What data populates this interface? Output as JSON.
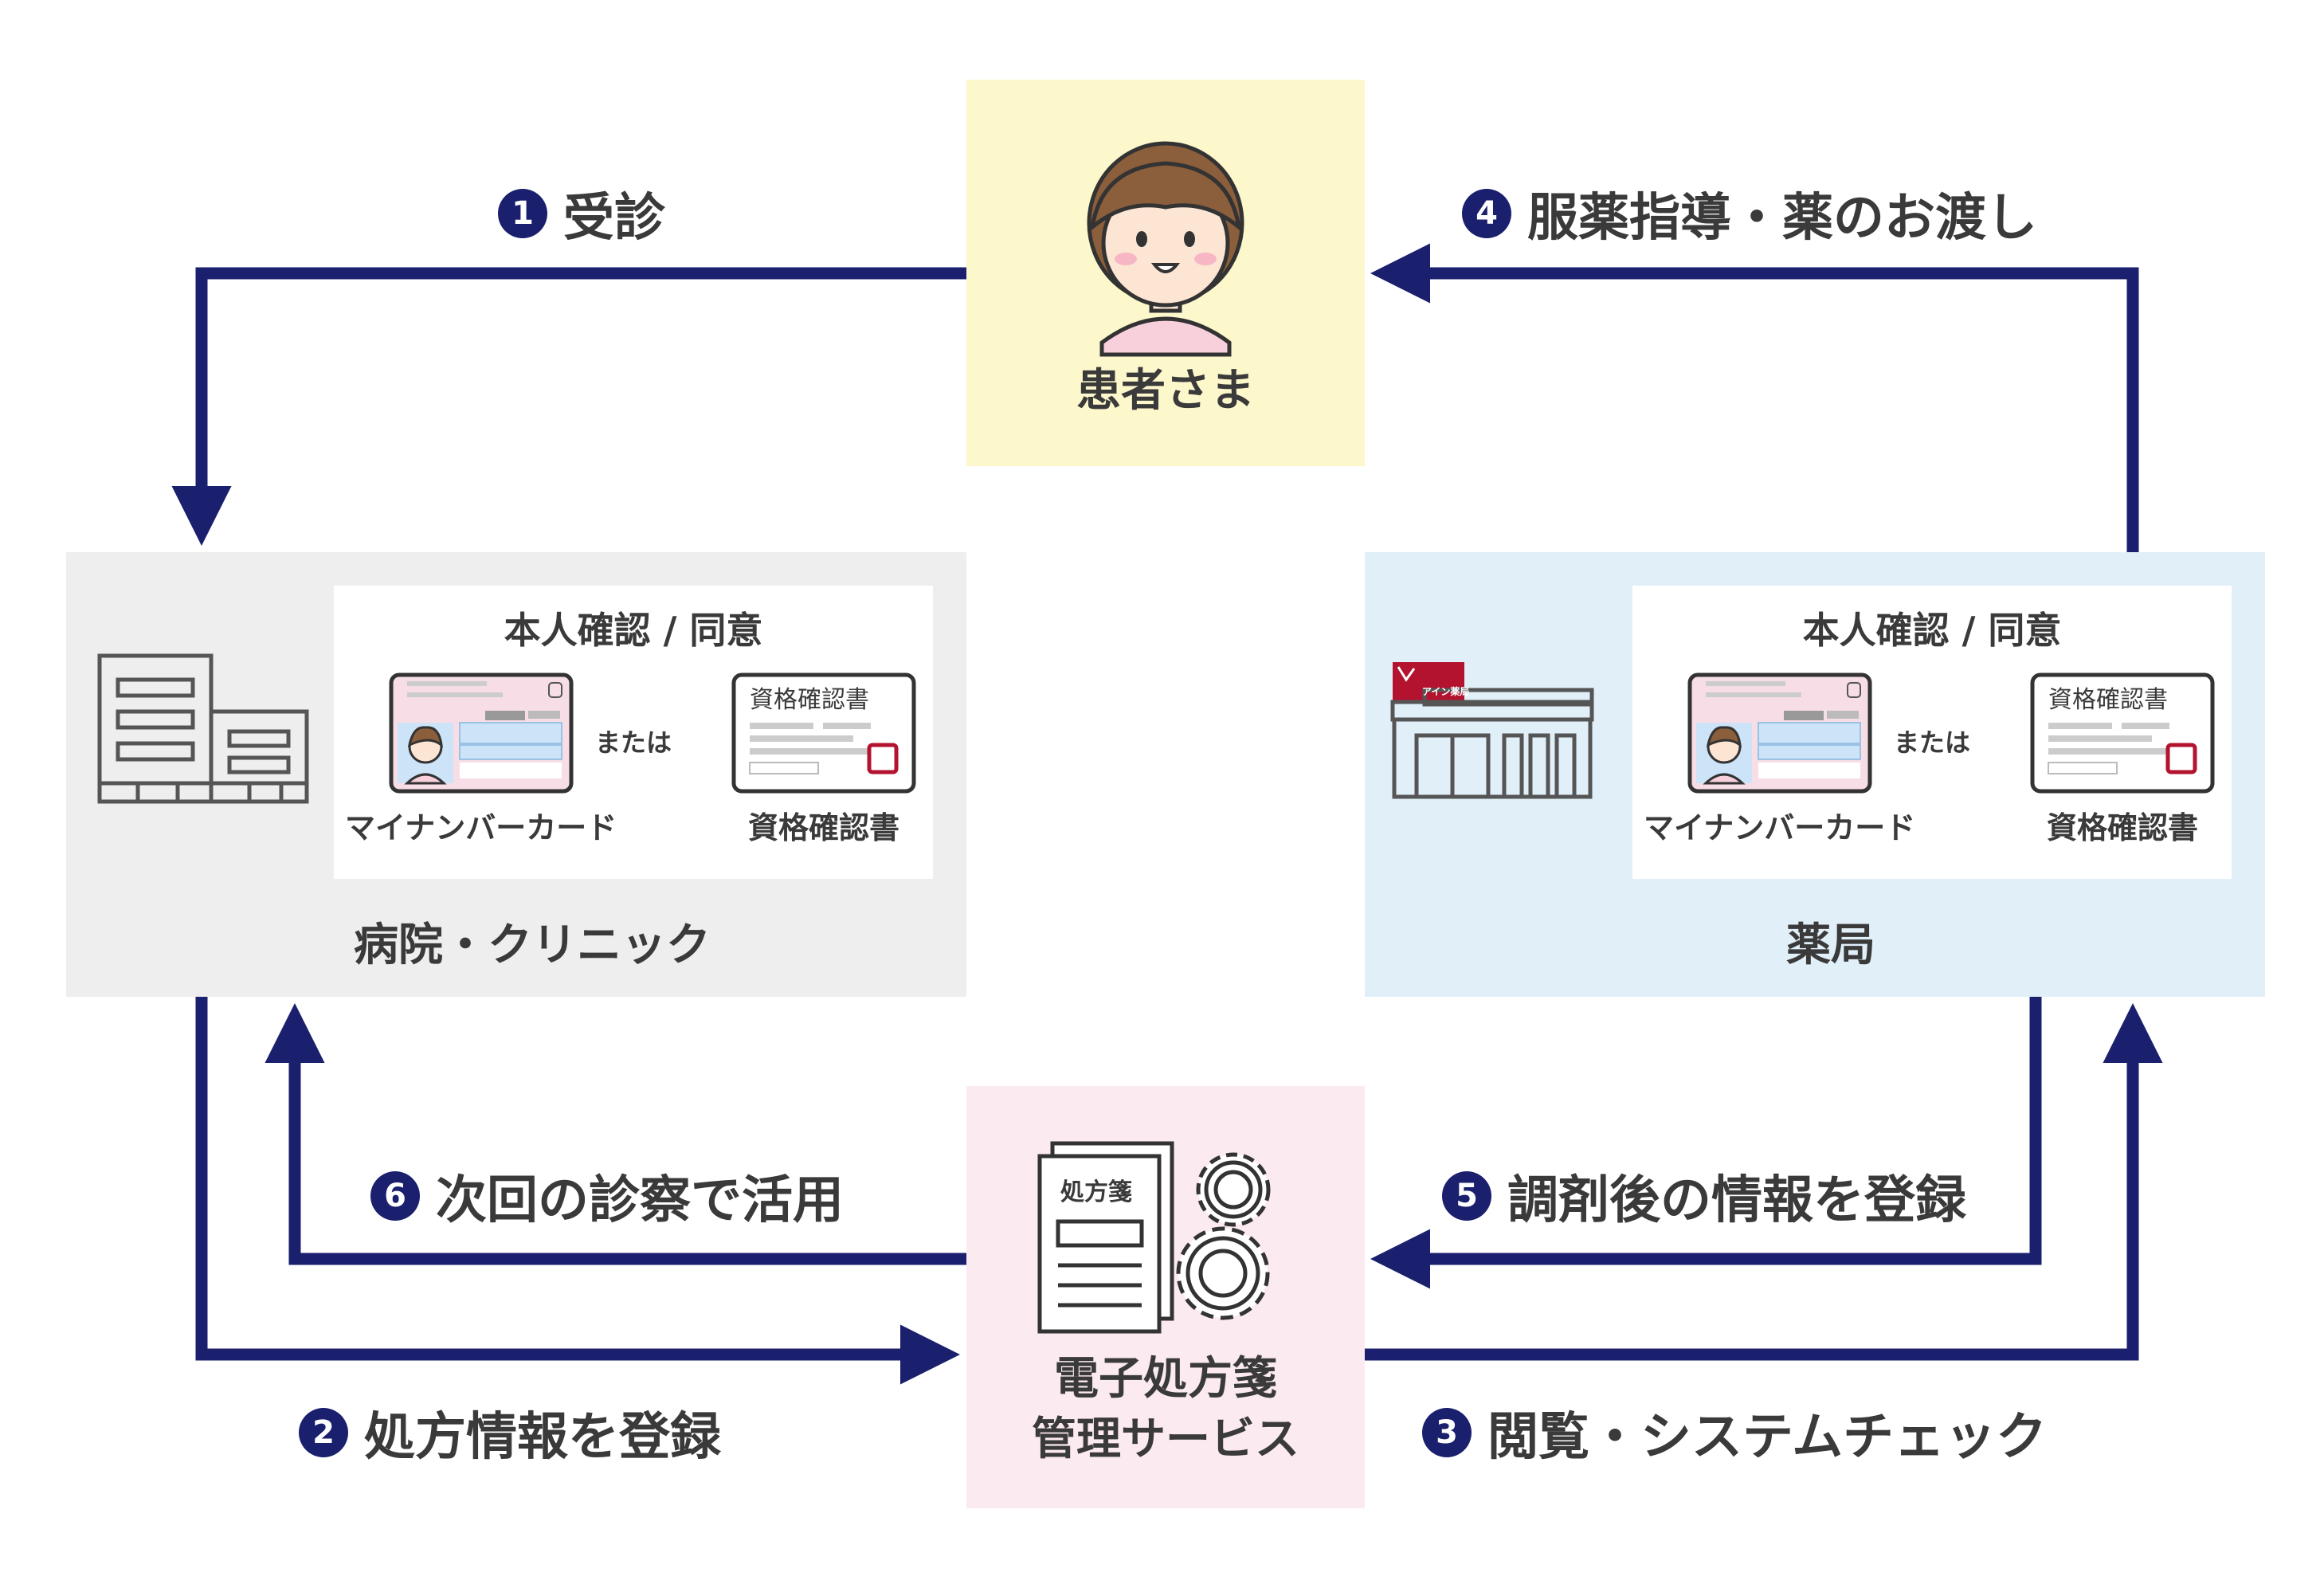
{
  "patient": {
    "label": "患者さま"
  },
  "hospital": {
    "label": "病院・クリニック",
    "verify_title": "本人確認 / 同意",
    "mynumber_caption": "マイナンバーカード",
    "or_text": "または",
    "certificate_caption": "資格確認書",
    "certificate_card_title": "資格確認書"
  },
  "pharmacy": {
    "label": "薬局",
    "sign_text": "アイン薬局",
    "verify_title": "本人確認 / 同意",
    "mynumber_caption": "マイナンバーカード",
    "or_text": "または",
    "certificate_caption": "資格確認書",
    "certificate_card_title": "資格確認書"
  },
  "service": {
    "label_line1": "電子処方箋",
    "label_line2": "管理サービス",
    "doc_title": "処方箋"
  },
  "steps": [
    {
      "num": "1",
      "label": "受診"
    },
    {
      "num": "2",
      "label": "処方情報を登録"
    },
    {
      "num": "3",
      "label": "閲覧・システムチェック"
    },
    {
      "num": "4",
      "label": "服薬指導・薬のお渡し"
    },
    {
      "num": "5",
      "label": "調剤後の情報を登録"
    },
    {
      "num": "6",
      "label": "次回の診察で活用"
    }
  ],
  "colors": {
    "arrow": "#1a1f6e",
    "patient_bg": "#fdf7cc",
    "hospital_bg": "#eeeeee",
    "pharmacy_bg": "#e1eff9",
    "service_bg": "#fbeaf0",
    "stamp_red": "#b3132f"
  }
}
